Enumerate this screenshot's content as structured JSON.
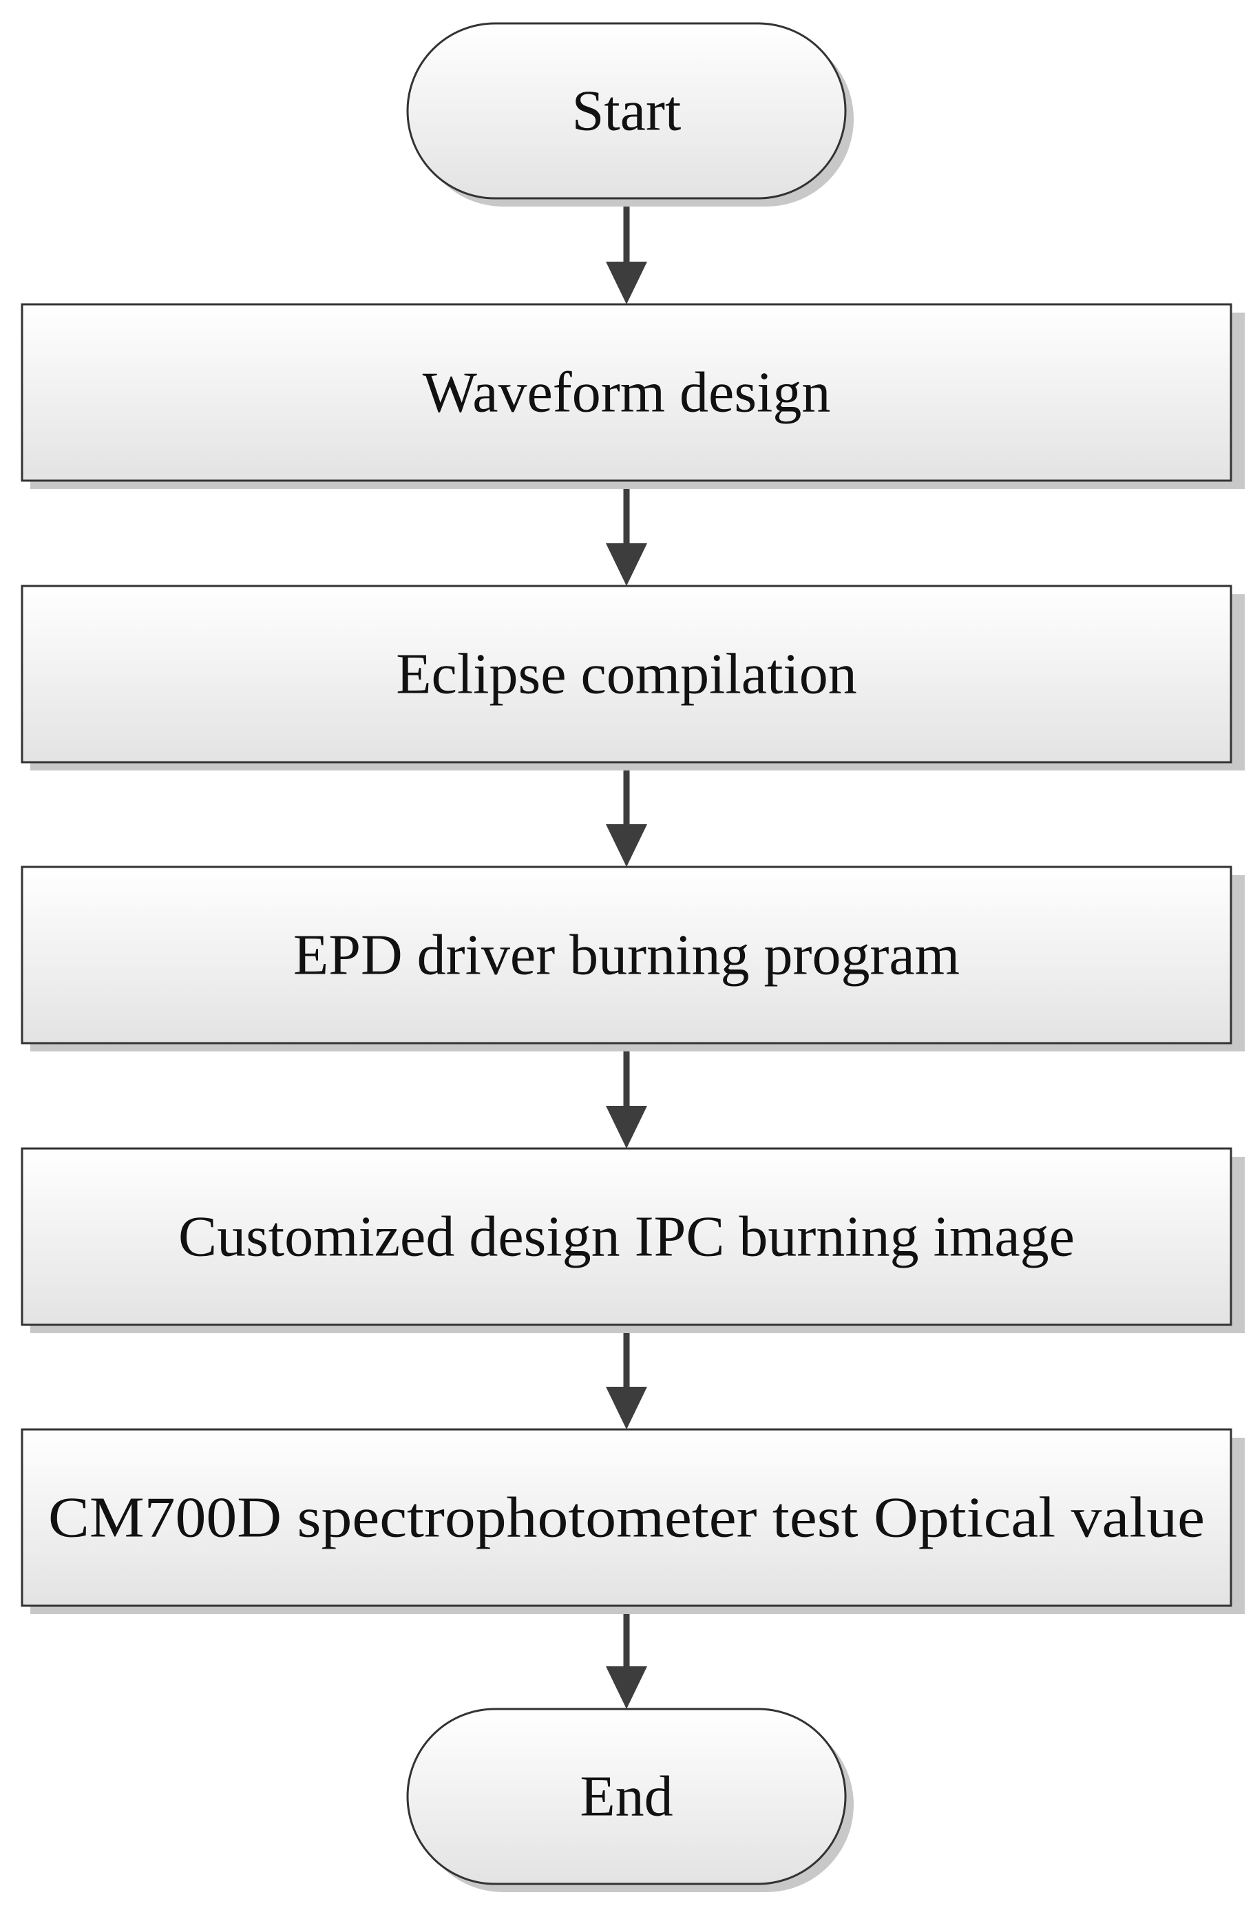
{
  "diagram": {
    "type": "flowchart",
    "nodes": [
      {
        "id": "start",
        "shape": "terminal",
        "label": "Start"
      },
      {
        "id": "waveform",
        "shape": "process",
        "label": "Waveform design"
      },
      {
        "id": "eclipse",
        "shape": "process",
        "label": "Eclipse compilation"
      },
      {
        "id": "epd",
        "shape": "process",
        "label": "EPD driver burning program"
      },
      {
        "id": "ipc",
        "shape": "process",
        "label": "Customized design IPC burning image"
      },
      {
        "id": "cm700d",
        "shape": "process",
        "label": "CM700D spectrophotometer test Optical value"
      },
      {
        "id": "end",
        "shape": "terminal",
        "label": "End"
      }
    ],
    "edges": [
      {
        "from": "start",
        "to": "waveform"
      },
      {
        "from": "waveform",
        "to": "eclipse"
      },
      {
        "from": "eclipse",
        "to": "epd"
      },
      {
        "from": "epd",
        "to": "ipc"
      },
      {
        "from": "ipc",
        "to": "cm700d"
      },
      {
        "from": "cm700d",
        "to": "end"
      }
    ]
  },
  "colors": {
    "node_fill_top": "#ffffff",
    "node_fill_bottom": "#e3e3e3",
    "node_stroke": "#333333",
    "shadow": "#c8c8c8",
    "arrow": "#3d3d3d",
    "text": "#111111"
  }
}
